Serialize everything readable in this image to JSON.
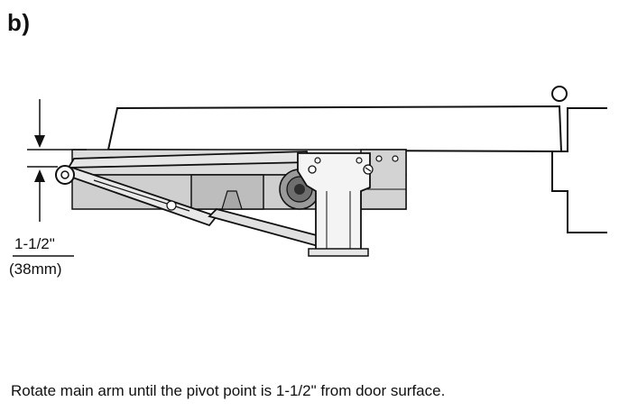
{
  "step": {
    "label": "b)"
  },
  "dimension": {
    "imperial": "1-1/2\"",
    "metric": "(38mm)"
  },
  "caption": {
    "text": "Rotate main arm until the pivot point is 1-1/2\" from door surface."
  },
  "colors": {
    "outline": "#111111",
    "body_fill": "#dcdcdc",
    "shadow_fill": "#b9b9b9",
    "arm_fill": "#e6e6e6",
    "background": "#ffffff"
  }
}
